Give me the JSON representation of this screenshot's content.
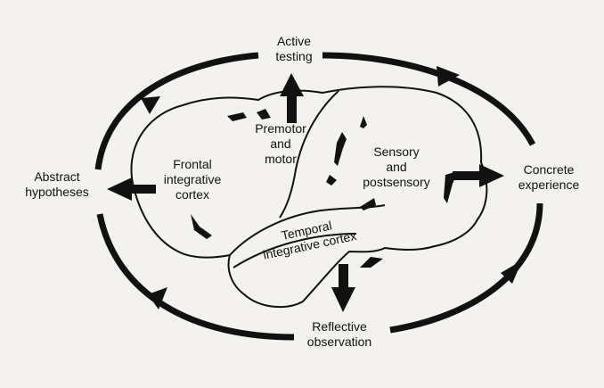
{
  "cycle": {
    "active_testing": "Active\ntesting",
    "abstract_hypotheses": "Abstract\nhypotheses",
    "concrete_experience": "Concrete\nexperience",
    "reflective_observation": "Reflective\nobservation"
  },
  "brain_regions": {
    "premotor": "Premotor\nand\nmotor",
    "frontal": "Frontal\nintegrative\ncortex",
    "sensory": "Sensory\nand\npostsensory",
    "temporal": "Temporal\nintegrative cortex"
  },
  "colors": {
    "ink": "#111111",
    "paper": "#f4f2ee"
  }
}
